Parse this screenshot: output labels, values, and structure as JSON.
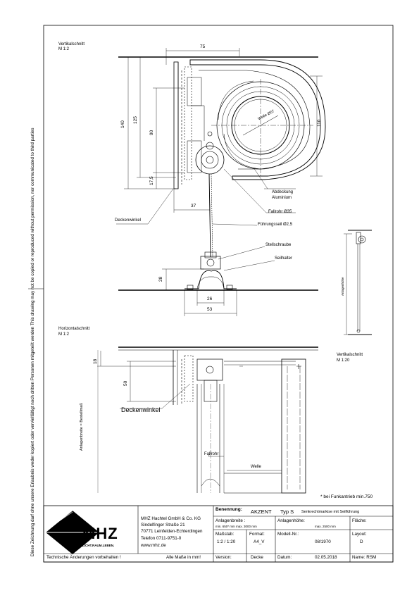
{
  "side_note": {
    "left_margin_text": "Diese Zeichnung darf ohne unsere Erlaubnis weder kopiert oder vervielfältigt noch dritten Personen mitgeteilt werden     This drawing may not be copied or reproduced without permission, nor communicated to third parties"
  },
  "views": {
    "vertical_section_1": {
      "title": "Vertikalschnitt",
      "scale": "M 1:2"
    },
    "horizontal_section": {
      "title": "Horizontalschnitt",
      "scale": "M 1:2"
    },
    "vertical_section_2": {
      "title": "Vertikalschnitt",
      "scale": "M 1:20"
    }
  },
  "dimensions": {
    "d75": "75",
    "d140": "140",
    "d125": "125",
    "d90": "90",
    "d17_5": "17,5",
    "d110": "110",
    "d37": "37",
    "d28": "28",
    "d26": "26",
    "d53": "53",
    "d18": "18",
    "d50": "50",
    "welle": "Welle Ø57"
  },
  "labels": {
    "abdeckung": "Abdeckung",
    "aluminium": "Aluminium",
    "fallrohr": "Fallrohr Ø35",
    "fuehrungsseil": "Führungsseil Ø2,5",
    "deckenwinkel_top": "Deckenwinkel",
    "stellschraube": "Stellschraube",
    "seilhalter": "Seilhalter",
    "deckenwinkel_bottom": "Deckenwinkel",
    "fallrohr_bottom": "Fallrohr",
    "welle_bottom": "Welle",
    "anlagenhoehe": "Anlagenhöhe",
    "anlagenbreite": "Anlagenbreite = Bestellmaß",
    "funkantrieb": "* bei Funkantrieb min.750"
  },
  "title_block": {
    "company_name": "MHZ Hachtel GmbH & Co. KG",
    "street": "Sindelfinger Straße 21",
    "city": "70771 Leinfelden-Echterdingen",
    "phone": "Telefon 0711-9751-0",
    "web": "www.mhz.de",
    "logo_text": "MHZ",
    "logo_slogan": "LICHT.RAUM.LEBEN.",
    "benennung_label": "Benennung:",
    "benennung_value": "AKZENT",
    "typ_value": "Typ S",
    "benennung_desc": "Senkrechtmarkise mit Seilführung",
    "anlagenbreite_label": "Anlagenbreite :",
    "anlagenbreite_value": "min. 650* mm  max. 3000 mm",
    "anlagenhoehe_label": "Anlagenhöhe:",
    "anlagenhoehe_value": "max. 2500 mm",
    "flaeche_label": "Fläche:",
    "massstab_label": "Maßstab:",
    "massstab_value": "1:2 / 1:20",
    "format_label": "Format:",
    "format_value": "A4_V",
    "modell_label": "Modell-Nr.:",
    "modell_value": "08/1970",
    "layout_label": "Layout:",
    "layout_value": "D",
    "changes_note": "Technische Änderungen vorbehalten !",
    "units_note": "Alle Maße in mm!",
    "version_label": "Version:",
    "version_value": "Decke",
    "datum_label": "Datum:",
    "datum_value": "02.05.2018",
    "name_label": "Name: RSM"
  }
}
